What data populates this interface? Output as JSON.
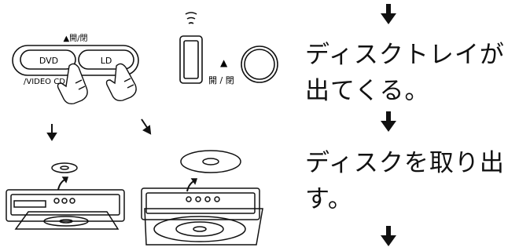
{
  "panel": {
    "open_close_label": "▲開/閉",
    "dvd_label": "DVD",
    "ld_label": "LD",
    "video_cd_label": "/VIDEO CD",
    "remote_label": "開 / 閉",
    "remote_triangle": "▲"
  },
  "steps": {
    "step1_line1": "ディスクトレイが",
    "step1_line2": "出てくる。",
    "step2_line1": "ディスクを取り出",
    "step2_line2": "す。"
  },
  "icons": [
    "down-arrow-icon",
    "eject-button-icon",
    "remote-control-icon",
    "hand-pointer-icon",
    "disc-icon",
    "player-tray-open-icon"
  ]
}
